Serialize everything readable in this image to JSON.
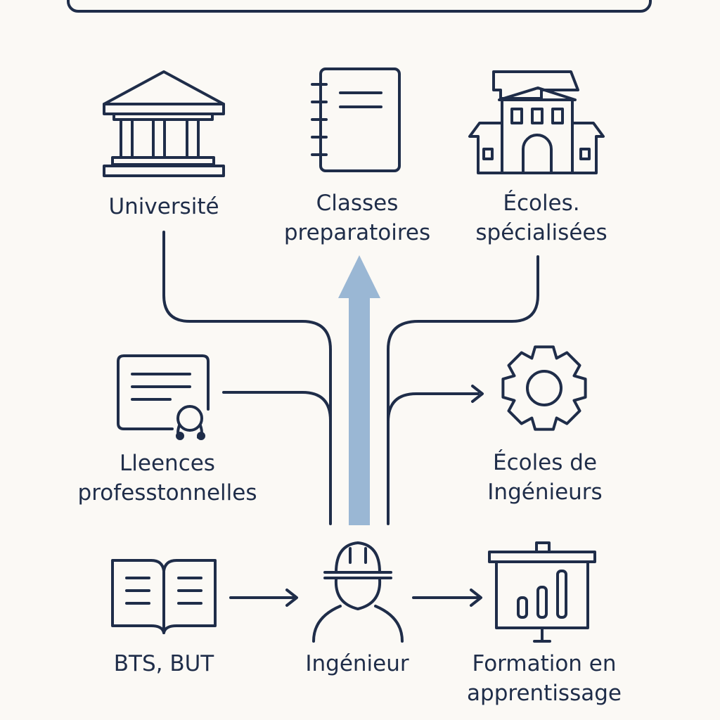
{
  "colors": {
    "background": "#fbf9f5",
    "ink": "#1f2d49",
    "arrow_accent": "#9ab7d4"
  },
  "nodes": {
    "universite": {
      "label": "Université",
      "icon": "university-building-icon"
    },
    "classes": {
      "line1": "Classes",
      "line2": "preparatoires",
      "icon": "notebook-icon"
    },
    "ecoles_specialisees": {
      "line1": "Écoles.",
      "line2": "spécialisées",
      "icon": "school-building-icon"
    },
    "licences": {
      "line1": "Lleences",
      "line2": "professtonnelles",
      "icon": "certificate-icon"
    },
    "ecoles_ingenieurs": {
      "line1": "Écoles de",
      "line2": "Ingénieurs",
      "icon": "gear-icon"
    },
    "bts_but": {
      "label": "BTS, BUT",
      "icon": "open-book-icon"
    },
    "ingenieur": {
      "label": "Ingénieur",
      "icon": "engineer-hardhat-icon"
    },
    "apprentissage": {
      "line1": "Formation en",
      "line2": "apprentissage",
      "icon": "presentation-chart-icon"
    }
  }
}
